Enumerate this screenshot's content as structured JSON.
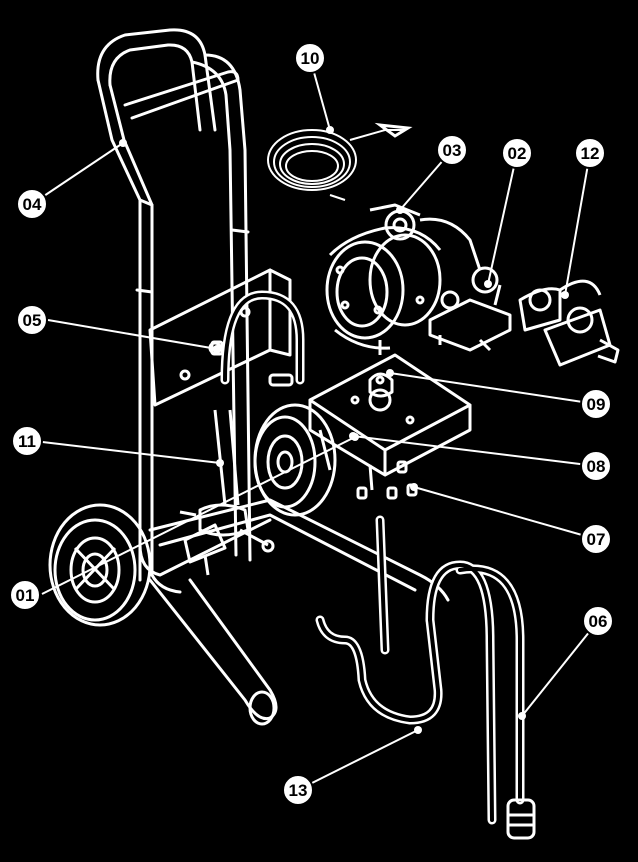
{
  "diagram": {
    "colors": {
      "background": "#000000",
      "line": "#ffffff",
      "callout_fill": "#ffffff",
      "callout_text": "#000000"
    },
    "callouts": [
      {
        "id": "01",
        "label": "01"
      },
      {
        "id": "02",
        "label": "02"
      },
      {
        "id": "03",
        "label": "03"
      },
      {
        "id": "04",
        "label": "04"
      },
      {
        "id": "05",
        "label": "05"
      },
      {
        "id": "06",
        "label": "06"
      },
      {
        "id": "07",
        "label": "07"
      },
      {
        "id": "08",
        "label": "08"
      },
      {
        "id": "09",
        "label": "09"
      },
      {
        "id": "10",
        "label": "10"
      },
      {
        "id": "11",
        "label": "11"
      },
      {
        "id": "12",
        "label": "12"
      },
      {
        "id": "13",
        "label": "13"
      }
    ]
  }
}
